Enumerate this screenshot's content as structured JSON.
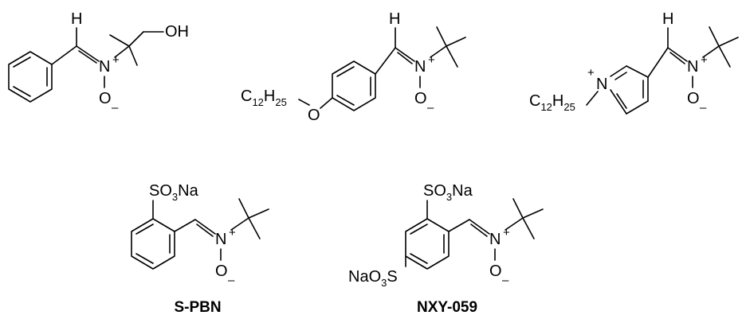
{
  "structures": [
    {
      "id": "hydroxy-pbn",
      "labels": {
        "h": "H",
        "oh": "OH",
        "n": "N",
        "nplus": "+",
        "o": "O",
        "ominus": "–"
      }
    },
    {
      "id": "dodecyloxy-pbn",
      "labels": {
        "h": "H",
        "c": "C",
        "c_sub": "12",
        "h2": "H",
        "h_sub": "25",
        "o_ether": "O",
        "n": "N",
        "nplus": "+",
        "o": "O",
        "ominus": "–"
      }
    },
    {
      "id": "pyridinium-nitrone",
      "labels": {
        "h": "H",
        "c": "C",
        "c_sub": "12",
        "h2": "H",
        "h_sub": "25",
        "n_ring": "N",
        "ring_plus": "+",
        "n": "N",
        "nplus": "+",
        "o": "O",
        "ominus": "–"
      }
    },
    {
      "id": "s-pbn",
      "caption": "S-PBN",
      "labels": {
        "s": "SO",
        "s_sub": "3",
        "na": "Na",
        "n": "N",
        "nplus": "+",
        "o": "O",
        "ominus": "–"
      }
    },
    {
      "id": "nxy-059",
      "caption": "NXY-059",
      "labels": {
        "s": "SO",
        "s_sub": "3",
        "na": "Na",
        "s2_na": "NaO",
        "s2_sub": "3",
        "s2": "S",
        "n": "N",
        "nplus": "+",
        "o": "O",
        "ominus": "–"
      }
    }
  ]
}
